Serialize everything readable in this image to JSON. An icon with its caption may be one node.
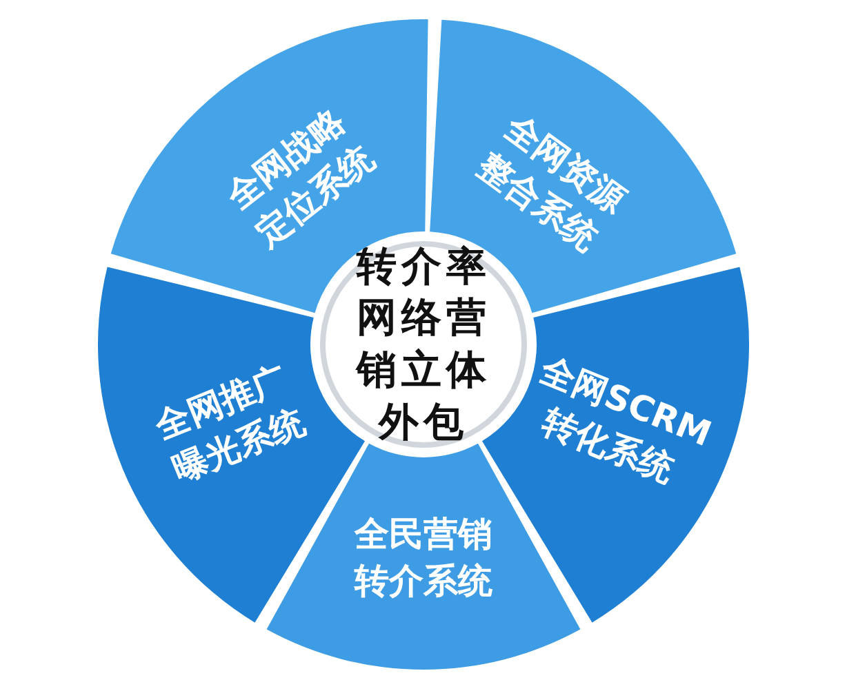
{
  "diagram": {
    "nodes": [
      {
        "text": [
          "转介率网络营销立体外包"
        ]
      },
      {
        "text": [
          "全网战略定位系统"
        ]
      },
      {
        "text": [
          "全网资源整合系统"
        ]
      },
      {
        "text": [
          "全网SCRM转化系统"
        ]
      },
      {
        "text": [
          "全民营销转介系统"
        ]
      },
      {
        "text": [
          "全网推广曝光系统"
        ]
      }
    ]
  }
}
